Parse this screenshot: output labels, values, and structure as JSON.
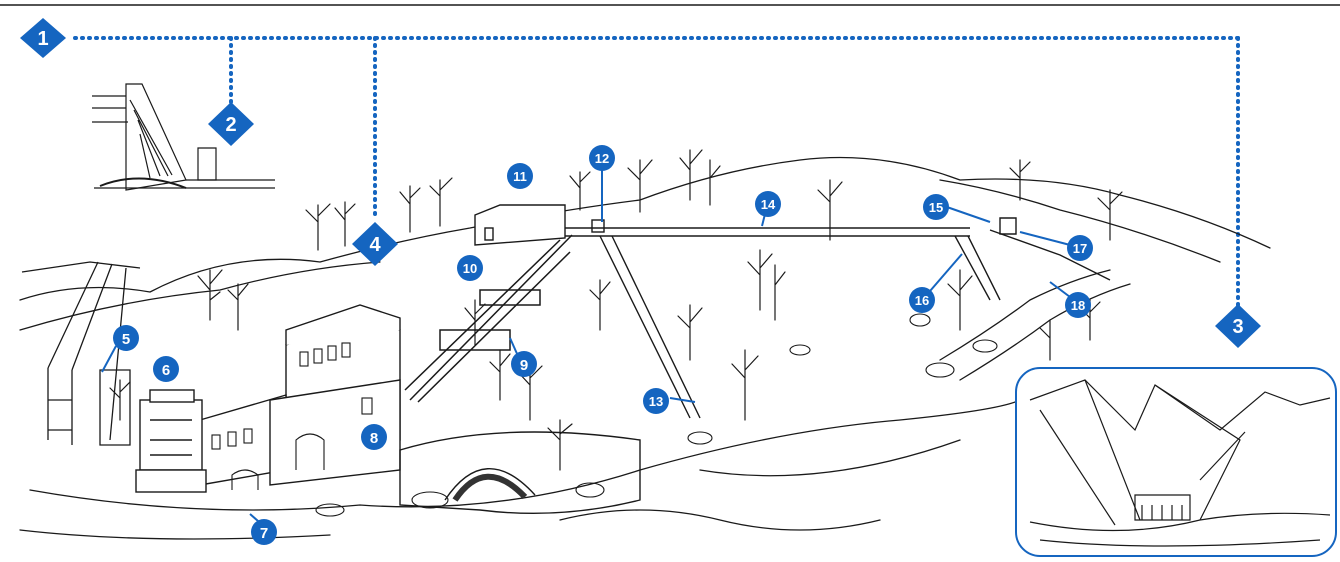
{
  "colors": {
    "accent": "#1565c0",
    "ink": "#1a1a1a",
    "background": "#ffffff"
  },
  "markers": {
    "m1": "1",
    "m2": "2",
    "m3": "3",
    "m4": "4",
    "m5": "5",
    "m6": "6",
    "m7": "7",
    "m8": "8",
    "m9": "9",
    "m10": "10",
    "m11": "11",
    "m12": "12",
    "m13": "13",
    "m14": "14",
    "m15": "15",
    "m16": "16",
    "m17": "17",
    "m18": "18"
  }
}
